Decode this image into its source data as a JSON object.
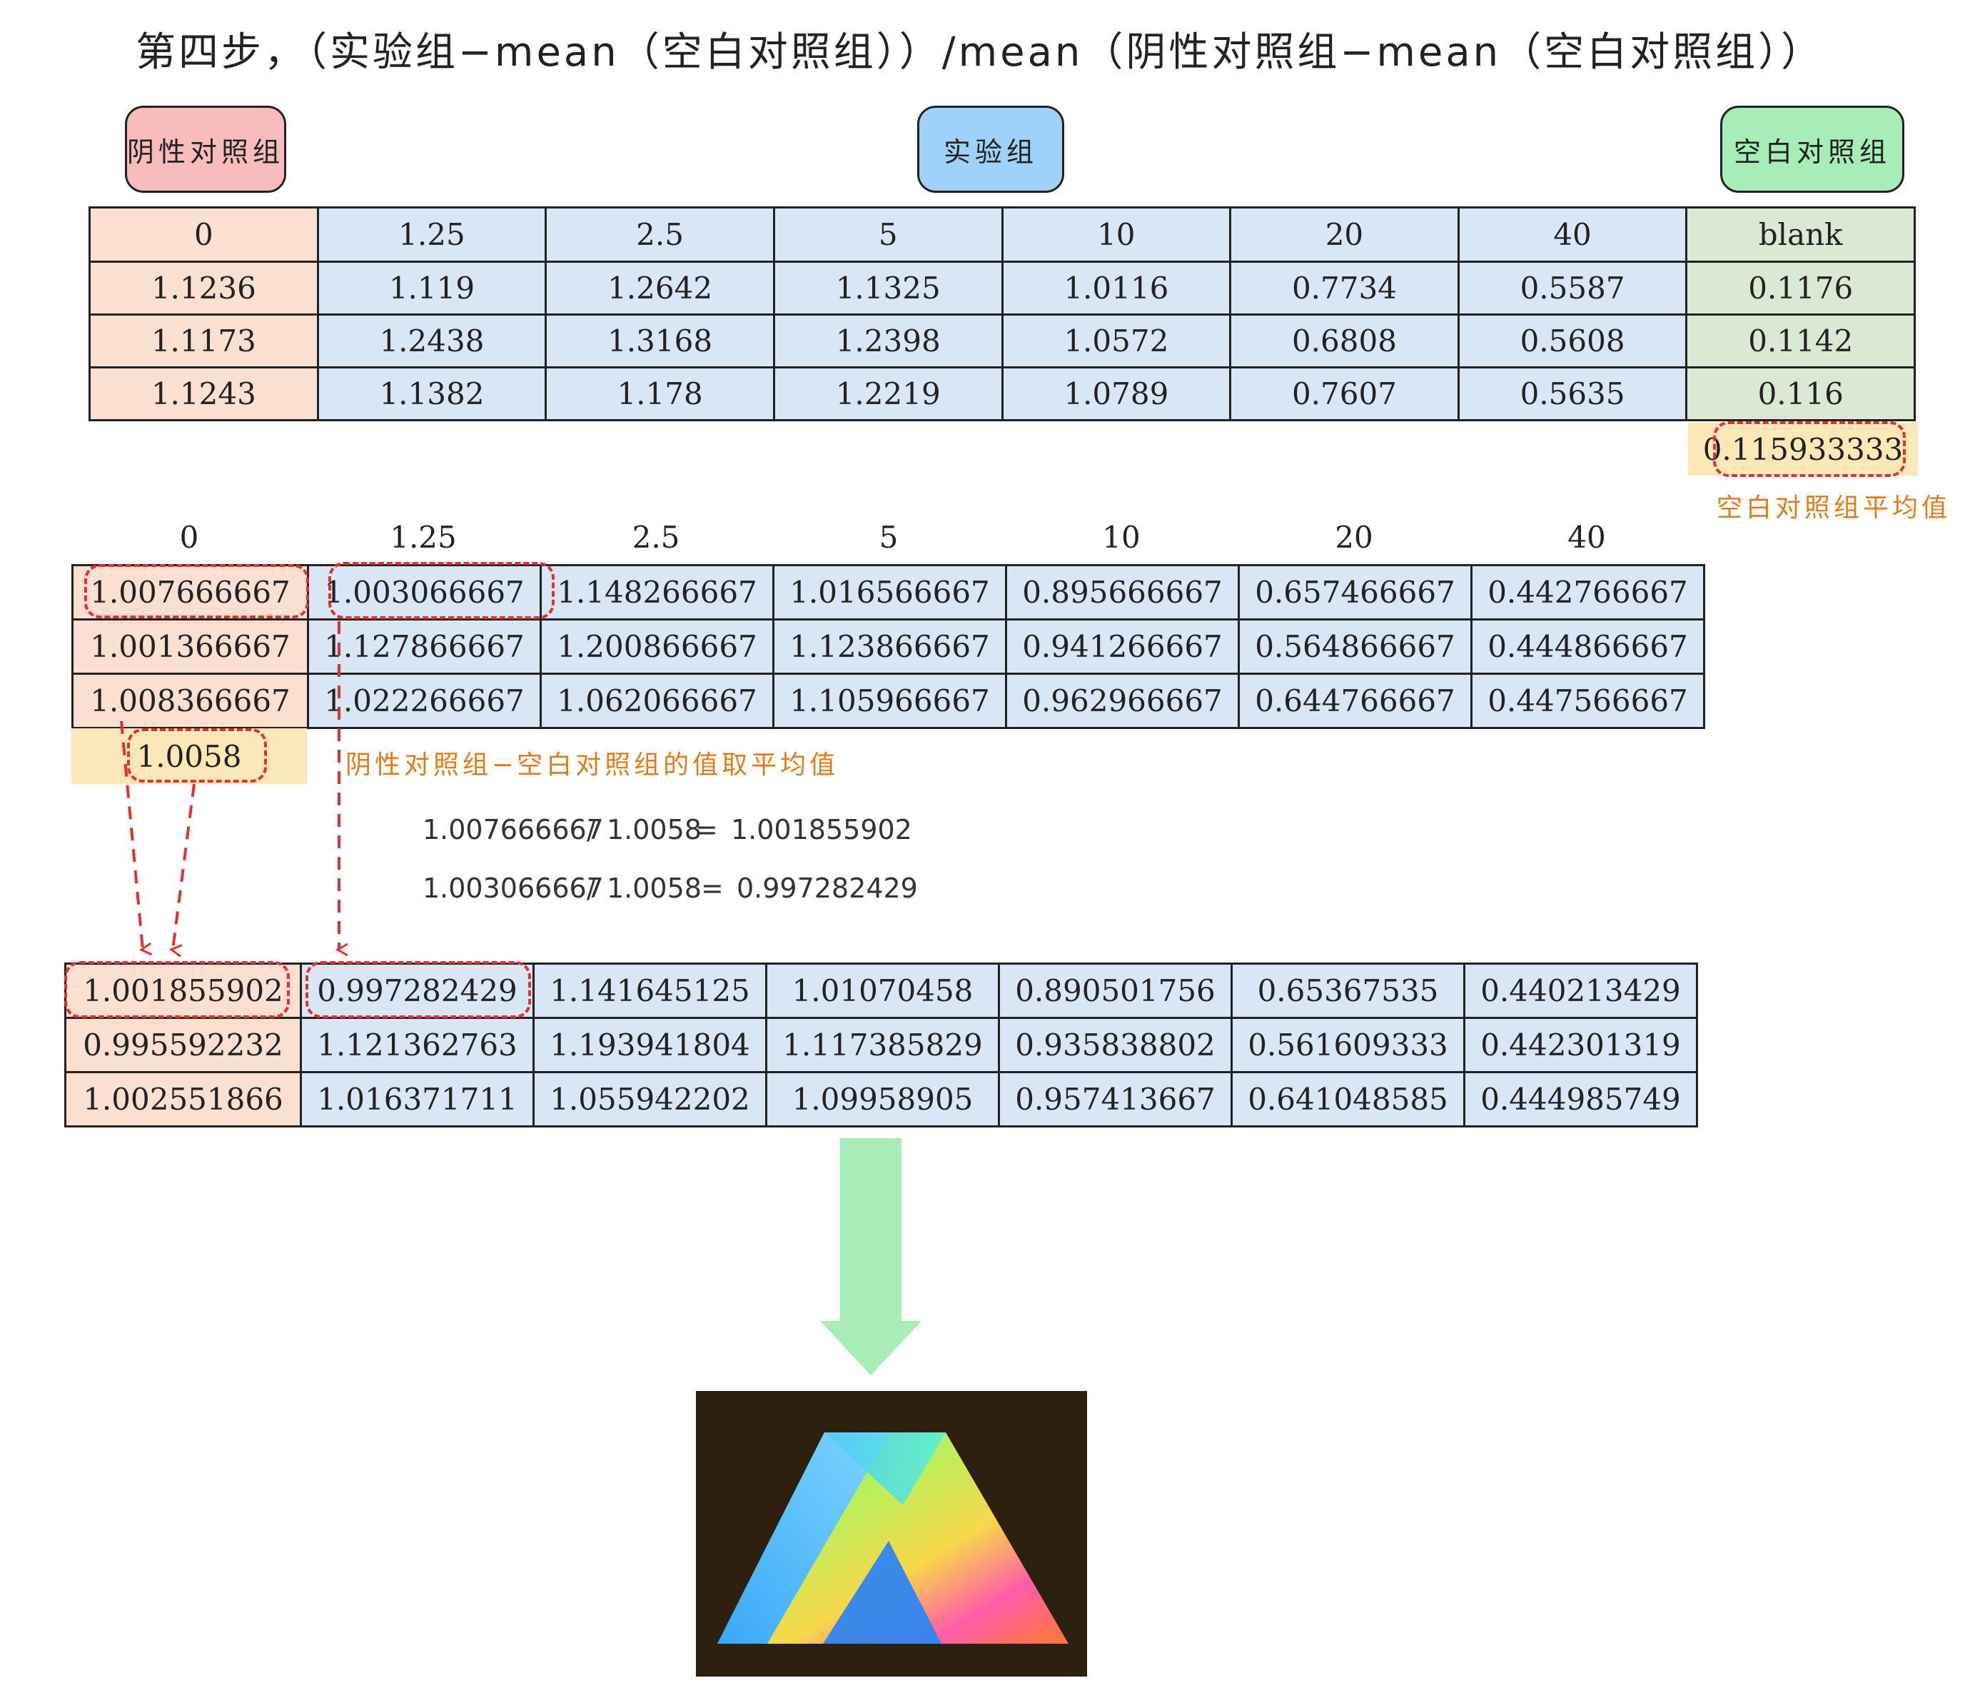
{
  "title": "第四步，（实验组−mean（空白对照组））/mean（阴性对照组−mean（空白对照组））",
  "labels": {
    "negative": "阴性对照组",
    "experimental": "实验组",
    "blank": "空白对照组"
  },
  "colors": {
    "negative": "#fbdfd0",
    "experimental": "#d9e6f5",
    "blank": "#dbe9d4",
    "pill_negative": "#f9bcbc",
    "pill_experimental": "#9fd1fb",
    "pill_blank": "#a8ecb8",
    "mean_highlight": "#fbe7b8",
    "annotation": "#e07a1a",
    "dashed_box": "#e03030",
    "arrow": "#a8ecb8"
  },
  "table1": {
    "header": [
      "0",
      "1.25",
      "2.5",
      "5",
      "10",
      "20",
      "40",
      "blank"
    ],
    "rows": [
      [
        "1.1236",
        "1.119",
        "1.2642",
        "1.1325",
        "1.0116",
        "0.7734",
        "0.5587",
        "0.1176"
      ],
      [
        "1.1173",
        "1.2438",
        "1.3168",
        "1.2398",
        "1.0572",
        "0.6808",
        "0.5608",
        "0.1142"
      ],
      [
        "1.1243",
        "1.1382",
        "1.178",
        "1.2219",
        "1.0789",
        "0.7607",
        "0.5635",
        "0.116"
      ]
    ],
    "blank_mean": "0.115933333",
    "blank_mean_label": "空白对照组平均值"
  },
  "table2": {
    "header": [
      "0",
      "1.25",
      "2.5",
      "5",
      "10",
      "20",
      "40"
    ],
    "rows": [
      [
        "1.007666667",
        "1.003066667",
        "1.148266667",
        "1.016566667",
        "0.895666667",
        "0.657466667",
        "0.442766667"
      ],
      [
        "1.001366667",
        "1.127866667",
        "1.200866667",
        "1.123866667",
        "0.941266667",
        "0.564866667",
        "0.444866667"
      ],
      [
        "1.008366667",
        "1.022266667",
        "1.062066667",
        "1.105966667",
        "0.962966667",
        "0.644766667",
        "0.447566667"
      ]
    ],
    "neg_mean": "1.0058",
    "neg_mean_label": "阴性对照组−空白对照组的值取平均值"
  },
  "calculations": [
    {
      "lhs": "1.007666667",
      "op": "/",
      "rhs": "1.0058",
      "eq": "=",
      "result": "1.001855902"
    },
    {
      "lhs": "1.003066667",
      "op": "/",
      "rhs": "1.0058",
      "eq": "=",
      "result": "0.997282429"
    }
  ],
  "table3": {
    "rows": [
      [
        "1.001855902",
        "0.997282429",
        "1.141645125",
        "1.01070458",
        "0.890501756",
        "0.65367535",
        "0.440213429"
      ],
      [
        "0.995592232",
        "1.121362763",
        "1.193941804",
        "1.117385829",
        "0.935838802",
        "0.561609333",
        "0.442301319"
      ],
      [
        "1.002551866",
        "1.016371711",
        "1.055942202",
        "1.09958905",
        "0.957413667",
        "0.641048585",
        "0.444985749"
      ]
    ]
  },
  "logo": {
    "icon": "graphpad-prism-icon"
  }
}
